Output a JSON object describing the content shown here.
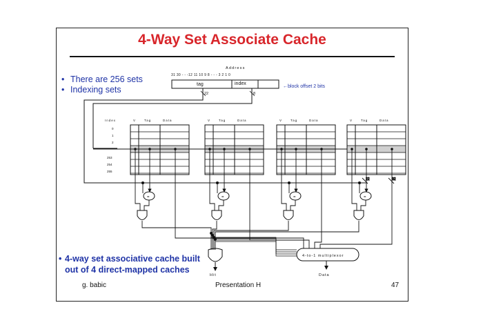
{
  "slide": {
    "title": "4-Way Set Associate Cache",
    "bullets": [
      "There are 256 sets",
      "Indexing sets"
    ],
    "bottom_bullet_line1": "4-way set associative cache built",
    "bottom_bullet_line2": "out of  4 direct-mapped caches",
    "bullet_symbol": "•"
  },
  "footer": {
    "author": "g. babic",
    "center": "Presentation H",
    "page": "47"
  },
  "diagram": {
    "address_label": "Address",
    "bit_positions": "31  30  - - -12  11  10  9  8  - - - 3  2  1  0",
    "tag_field": "tag",
    "index_field": "index",
    "block_offset_note": "←block offset 2 bits",
    "tag_bits": "22",
    "index_bits": "8",
    "index_header": "Index",
    "col_v": "V",
    "col_tag": "Tag",
    "col_data": "Data",
    "rows_top": [
      "0",
      "1",
      "2"
    ],
    "rows_bottom": [
      "253",
      "254",
      "255"
    ],
    "compare_bits_a": "22",
    "compare_bits_b": "32",
    "comparator_symbol": "=",
    "mux_label": "4-to-1 multiplexor",
    "hit_label": "Hit",
    "data_label": "Data"
  },
  "colors": {
    "title": "#d8262b",
    "bullets": "#1f33a6",
    "highlight_row": "#cfcfcf"
  }
}
